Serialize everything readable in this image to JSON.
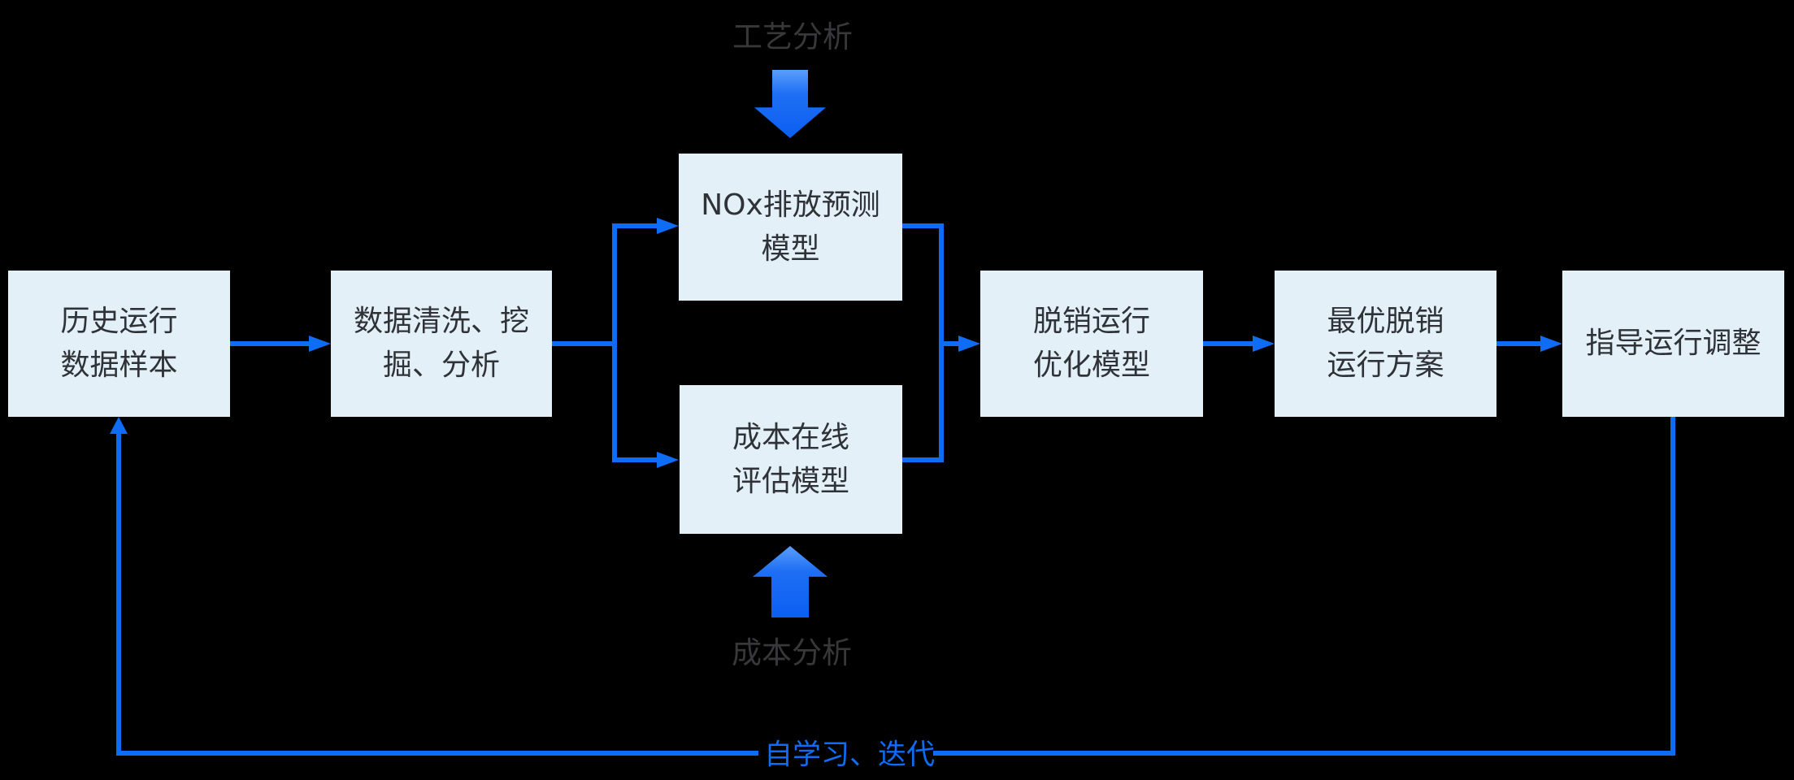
{
  "diagram": {
    "background_color": "#000000",
    "accent_blue": "#0E6CF5",
    "box_fill": "#E4F0F8",
    "box_text_color": "#2F3338",
    "gray_label_color": "#38383A",
    "nodes": {
      "historical": {
        "line1": "历史运行",
        "line2": "数据样本"
      },
      "cleaning": {
        "line1": "数据清洗、挖",
        "line2": "掘、分析"
      },
      "nox": {
        "line1": "NOx排放预测",
        "line2": "模型"
      },
      "cost": {
        "line1": "成本在线",
        "line2": "评估模型"
      },
      "optimization": {
        "line1": "脱销运行",
        "line2": "优化模型"
      },
      "plan": {
        "line1": "最优脱销",
        "line2": "运行方案"
      },
      "guide": {
        "line1": "指导运行调整"
      }
    },
    "labels": {
      "process_analysis": "工艺分析",
      "cost_analysis": "成本分析",
      "self_learning": "自学习、迭代"
    }
  }
}
